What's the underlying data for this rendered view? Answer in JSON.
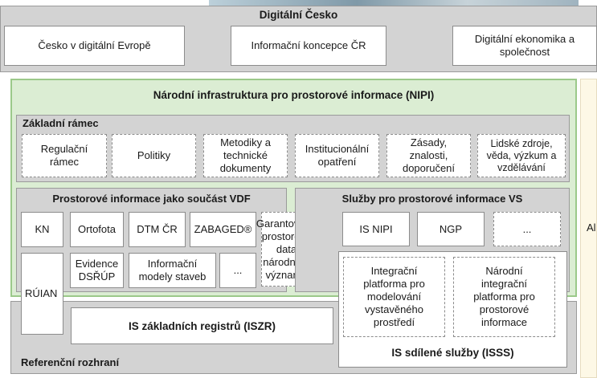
{
  "digital_cesko": {
    "title": "Digitální Česko",
    "items": [
      "Česko v digitální Evropě",
      "Informační koncepce ČR",
      "Digitální ekonomika a společnost"
    ]
  },
  "nipi": {
    "title": "Národní infrastruktura pro prostorové informace (NIPI)",
    "zakladni_ramec": {
      "title": "Základní rámec",
      "items": [
        "Regulační rámec",
        "Politiky",
        "Metodiky a technické dokumenty",
        "Institucionální opatření",
        "Zásady, znalosti, doporučení",
        "Lidské zdroje, věda, výzkum a vzdělávání"
      ]
    },
    "vdf": {
      "title": "Prostorové informace jako součást VDF",
      "row1": [
        "KN",
        "Ortofota",
        "DTM ČR",
        "ZABAGED®"
      ],
      "row2": [
        "Evidence DSŘÚP",
        "Informační modely staveb",
        "..."
      ],
      "guaranteed": "Garantovaná prostorová data národního významu",
      "ruian": "RÚIAN"
    },
    "sluzby": {
      "title": "Služby pro prostorové informace VS",
      "row1": [
        "IS NIPI",
        "NGP",
        "..."
      ],
      "integr1": "Integrační platforma pro modelování vystavěného prostředí",
      "integr2": "Národní integrační platforma pro prostorové informace"
    }
  },
  "referencni": {
    "title": "Referenční rozhraní",
    "iszr": "IS základních registrů (ISZR)",
    "isss": "IS sdílené služby (ISSS)"
  },
  "side_label": "Al"
}
